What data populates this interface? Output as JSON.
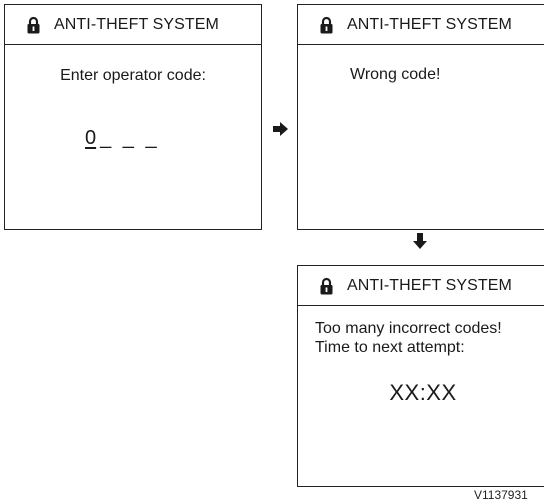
{
  "screens": [
    {
      "header": {
        "icon": "lock-icon",
        "title": "ANTI-THEFT SYSTEM"
      },
      "prompt": "Enter operator code:",
      "code": {
        "entered": "0",
        "remaining": "_ _ _"
      }
    },
    {
      "header": {
        "icon": "lock-icon",
        "title": "ANTI-THEFT SYSTEM"
      },
      "message": "Wrong code!"
    },
    {
      "header": {
        "icon": "lock-icon",
        "title": "ANTI-THEFT SYSTEM"
      },
      "line1": "Too many incorrect codes!",
      "line2": "Time to next attempt:",
      "timer": "XX:XX"
    }
  ],
  "arrows": [
    "arrow-right-icon",
    "arrow-down-icon"
  ],
  "figure_id": "V1137931",
  "colors": {
    "line": "#222222",
    "text": "#1a1a1a",
    "background": "#ffffff"
  }
}
